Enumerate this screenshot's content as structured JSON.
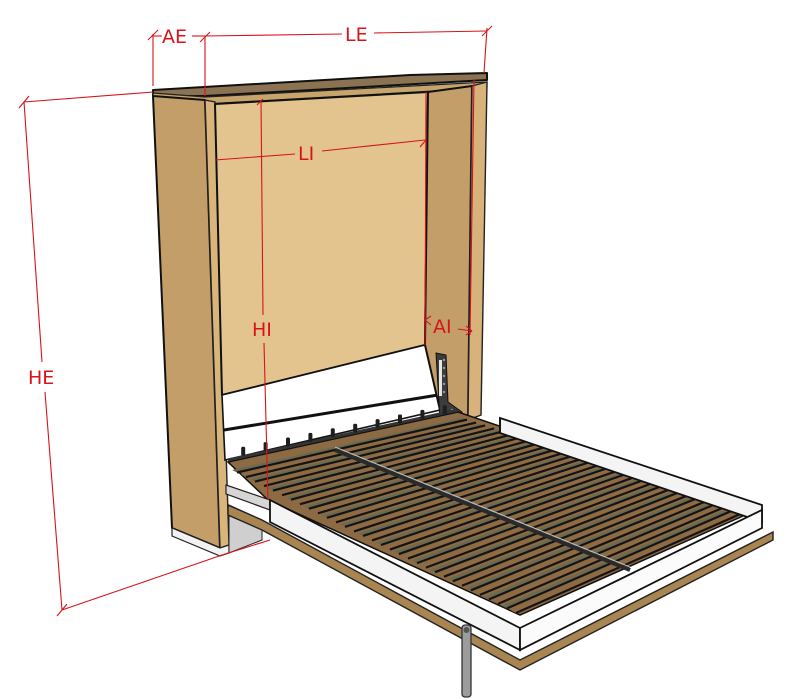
{
  "figure": {
    "subject": "Wall bed (Murphy bed) cabinet with fold-down slatted bed frame",
    "colors": {
      "dimension_red": "#d7141a",
      "wood_light": "#e3c48e",
      "wood_side": "#c49e68",
      "wood_dark_top": "#8a7252",
      "slat_brown": "#8c6a44",
      "slat_olive": "#6b6a50",
      "frame_white": "#f4f4f4",
      "metal_grey": "#6e6e6e"
    }
  },
  "dimensions": {
    "AE": {
      "label": "AE"
    },
    "LE": {
      "label": "LE"
    },
    "LI": {
      "label": "LI"
    },
    "HI": {
      "label": "HI"
    },
    "AI": {
      "label": "AI"
    },
    "HE": {
      "label": "HE"
    }
  },
  "bed": {
    "slat_count_per_side": 16
  }
}
